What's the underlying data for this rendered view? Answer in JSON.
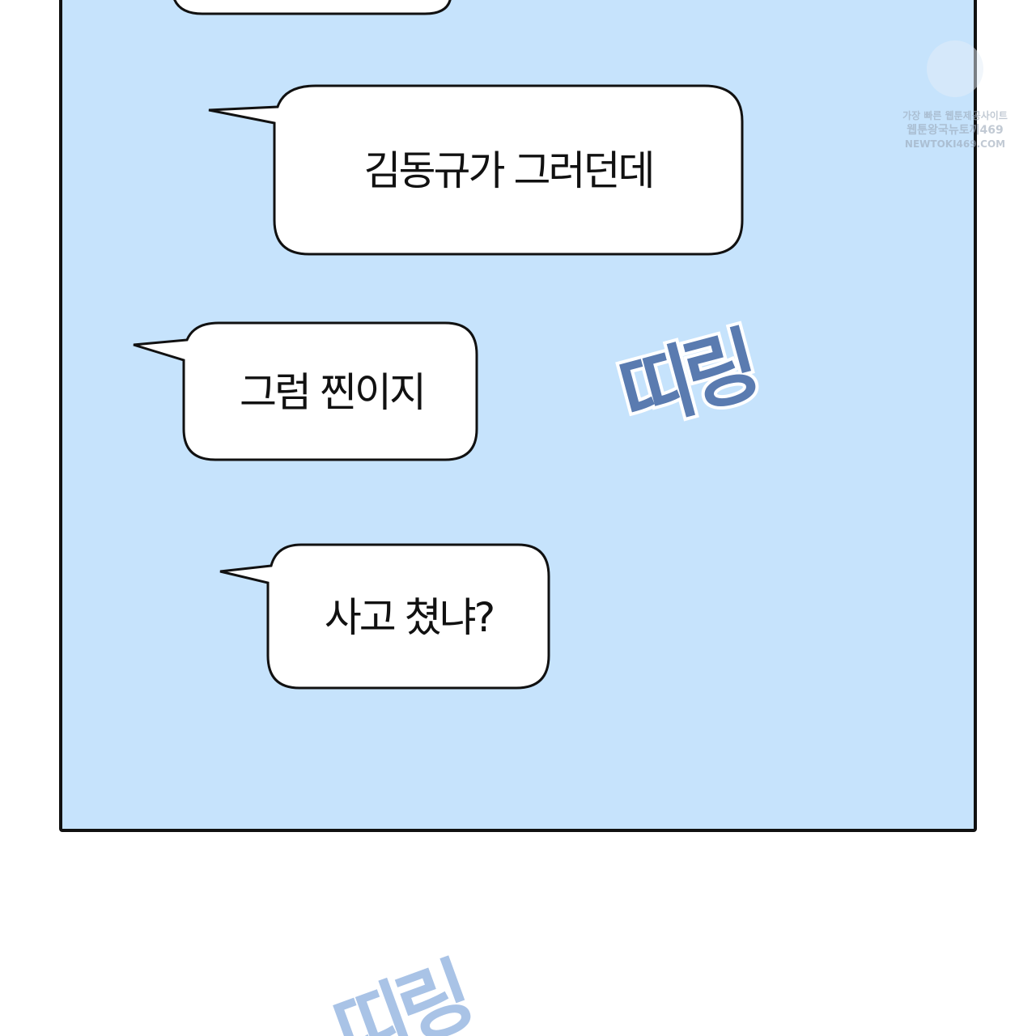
{
  "bubbles": [
    {
      "text": "김동규가 그러던데"
    },
    {
      "text": "그럼 찐이지"
    },
    {
      "text": "사고 쳤냐?"
    }
  ],
  "sound_effects": [
    {
      "text": "띠링",
      "color": "#5a7bb0"
    },
    {
      "text": "띠링",
      "color": "#a9c3e6"
    }
  ],
  "panel": {
    "background": "#c6e3fc",
    "border": "#111111"
  },
  "watermark": {
    "line1": "가장 빠른 웹툰제공사이트",
    "line2": "웹툰왕국뉴토끼469",
    "line3": "NEWTOKI469.COM"
  }
}
